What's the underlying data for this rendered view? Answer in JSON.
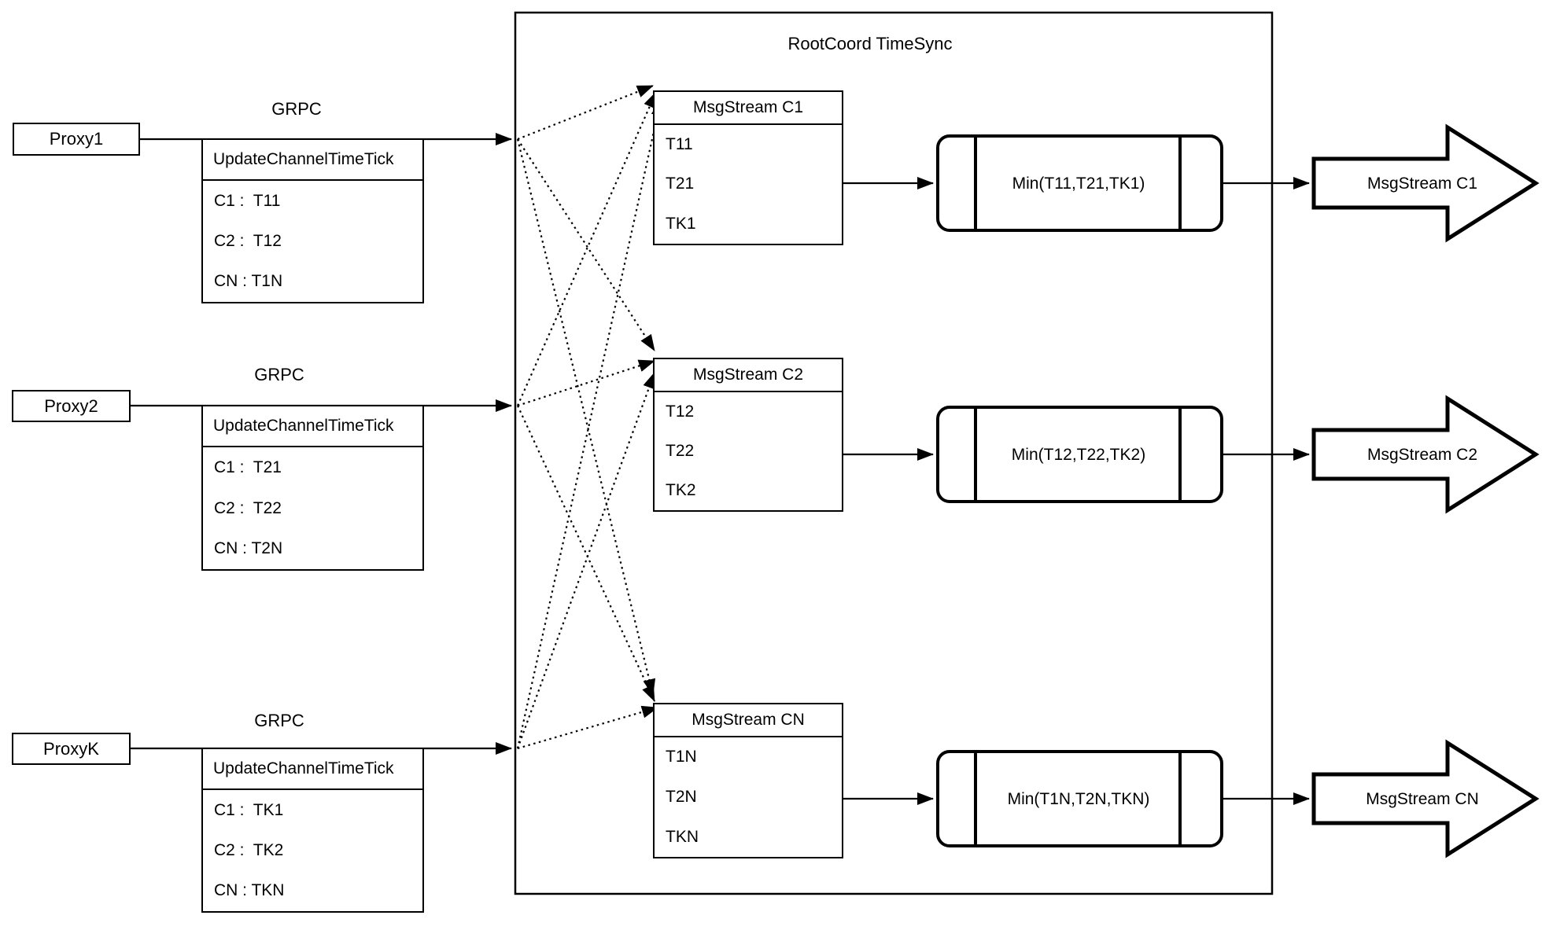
{
  "colors": {
    "ink": "#000000",
    "paper": "#ffffff"
  },
  "rootcoord": {
    "title": "RootCoord TimeSync"
  },
  "grpc_label": "GRPC",
  "proxies": [
    {
      "label": "Proxy1",
      "table": {
        "header": "UpdateChannelTimeTick",
        "rows": [
          "C1 :  T11",
          "C2 :  T12",
          "CN : T1N"
        ]
      }
    },
    {
      "label": "Proxy2",
      "table": {
        "header": "UpdateChannelTimeTick",
        "rows": [
          "C1 :  T21",
          "C2 :  T22",
          "CN : T2N"
        ]
      }
    },
    {
      "label": "ProxyK",
      "table": {
        "header": "UpdateChannelTimeTick",
        "rows": [
          "C1 :  TK1",
          "C2 :  TK2",
          "CN : TKN"
        ]
      }
    }
  ],
  "msgstreams": [
    {
      "header": "MsgStream C1",
      "rows": [
        "T11",
        "T21",
        "TK1"
      ]
    },
    {
      "header": "MsgStream C2",
      "rows": [
        "T12",
        "T22",
        "TK2"
      ]
    },
    {
      "header": "MsgStream CN",
      "rows": [
        "T1N",
        "T2N",
        "TKN"
      ]
    }
  ],
  "mins": [
    {
      "label": "Min(T11,T21,TK1)"
    },
    {
      "label": "Min(T12,T22,TK2)"
    },
    {
      "label": "Min(T1N,T2N,TKN)"
    }
  ],
  "outputs": [
    {
      "label": "MsgStream C1"
    },
    {
      "label": "MsgStream C2"
    },
    {
      "label": "MsgStream CN"
    }
  ]
}
